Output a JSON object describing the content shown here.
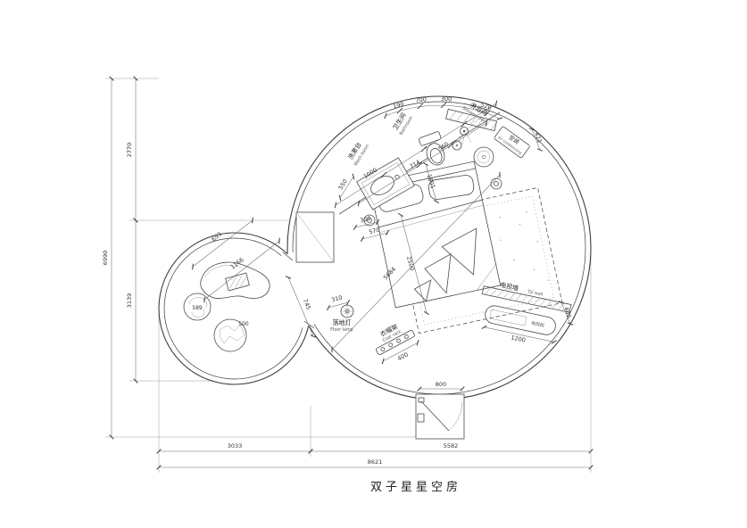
{
  "title": "双子星星空房",
  "labels": {
    "wash_basin_cn": "洗漱台",
    "wash_basin_en": "Wash basin",
    "bathroom_cn": "卫生间",
    "bathroom_en": "Bathroom",
    "shower_cn": "淋浴间",
    "shower_en": "Shower room",
    "ac_cn": "空调",
    "ac_en": "Air conditioning",
    "floor_lamp_cn": "落地灯",
    "floor_lamp_en": "Floor lamp",
    "coat_rack_cn": "衣帽架",
    "coat_rack_en": "Coat rack",
    "tv_wall_cn": "电视墙",
    "tv_wall_en": "TV wall",
    "tv_cabinet_cn": "电视柜"
  },
  "dims": {
    "overall_height": "6990",
    "upper_height": "2770",
    "lower_height": "3139",
    "bottom_small": "3033",
    "bottom_large": "5582",
    "overall_width": "8621",
    "d693": "693",
    "d1166": "1166",
    "d745": "745",
    "d589": "589",
    "d500": "500",
    "d310": "310",
    "d550": "550",
    "d1000": "1000",
    "d190": "190",
    "d700": "700",
    "d300_top": "300",
    "d520": "520",
    "d421": "421",
    "d714": "714",
    "d560": "560",
    "d1801": "1801",
    "d300_bed": "300",
    "d570": "570",
    "d2500": "2500",
    "d5684": "5684",
    "d1200": "1200",
    "d400_tv": "400",
    "d400_rack": "400",
    "d800": "800"
  }
}
